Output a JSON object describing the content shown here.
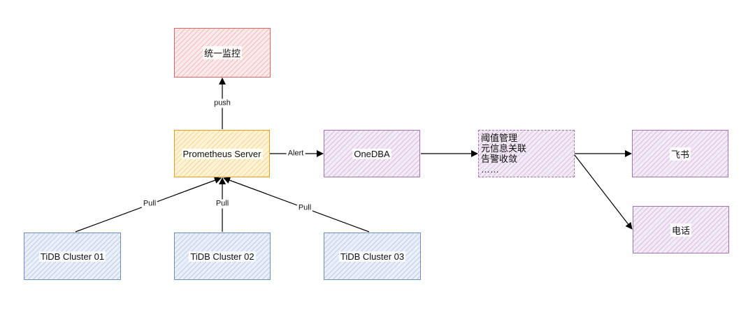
{
  "nodes": {
    "unified_monitor": "统一监控",
    "prometheus": "Prometheus Server",
    "onedba": "OneDBA",
    "notes": [
      "阈值管理",
      "元信息关联",
      "告警收敛",
      "……"
    ],
    "feishu": "飞书",
    "phone": "电话",
    "cluster1": "TiDB Cluster 01",
    "cluster2": "TiDB Cluster 02",
    "cluster3": "TiDB Cluster 03"
  },
  "edges": {
    "push": "push",
    "alert": "Alert",
    "pull1": "Pull",
    "pull2": "Pull",
    "pull3": "Pull"
  },
  "colors": {
    "red": "#e06666",
    "orange": "#e3a01f",
    "purple": "#a374b6",
    "blue": "#6c8ebf",
    "line": "#000000"
  }
}
